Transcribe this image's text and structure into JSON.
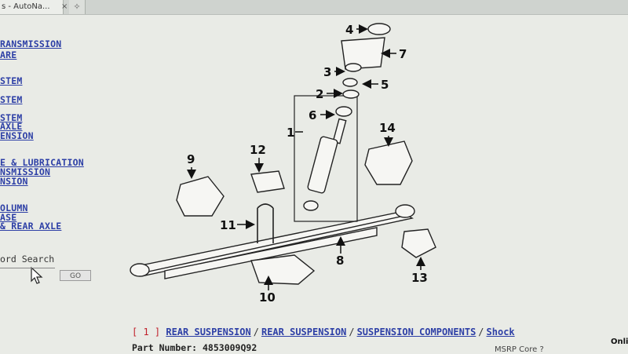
{
  "browser": {
    "tab_title": "s - AutoNa...",
    "tab_close": "×",
    "new_tab": "✧"
  },
  "sidebar": {
    "items": [
      {
        "label": "RANSMISSION"
      },
      {
        "label": "ARE"
      },
      {
        "label": "STEM"
      },
      {
        "label": "STEM"
      },
      {
        "label": "STEM"
      },
      {
        "label": " AXLE"
      },
      {
        "label": "ENSION"
      },
      {
        "label": "E & LUBRICATION"
      },
      {
        "label": "NSMISSION"
      },
      {
        "label": "NSION"
      },
      {
        "label": "OLUMN"
      },
      {
        "label": "ASE"
      },
      {
        "label": " & REAR AXLE"
      }
    ],
    "search_label": "ord Search",
    "go_label": "GO"
  },
  "diagram": {
    "callouts": [
      "1",
      "2",
      "3",
      "4",
      "5",
      "6",
      "7",
      "8",
      "9",
      "10",
      "11",
      "12",
      "13",
      "14"
    ]
  },
  "breadcrumb": {
    "index": "[ 1 ]",
    "items": [
      "REAR SUSPENSION",
      "REAR SUSPENSION",
      "SUSPENSION COMPONENTS",
      "Shock"
    ],
    "separator": "/"
  },
  "part": {
    "label": "Part Number: 4853009Q92",
    "msrp": "MSRP   Core ?",
    "online": "Onli"
  },
  "colors": {
    "link": "#2d3fa6",
    "index": "#c0202a",
    "background": "#e9ebe6"
  }
}
